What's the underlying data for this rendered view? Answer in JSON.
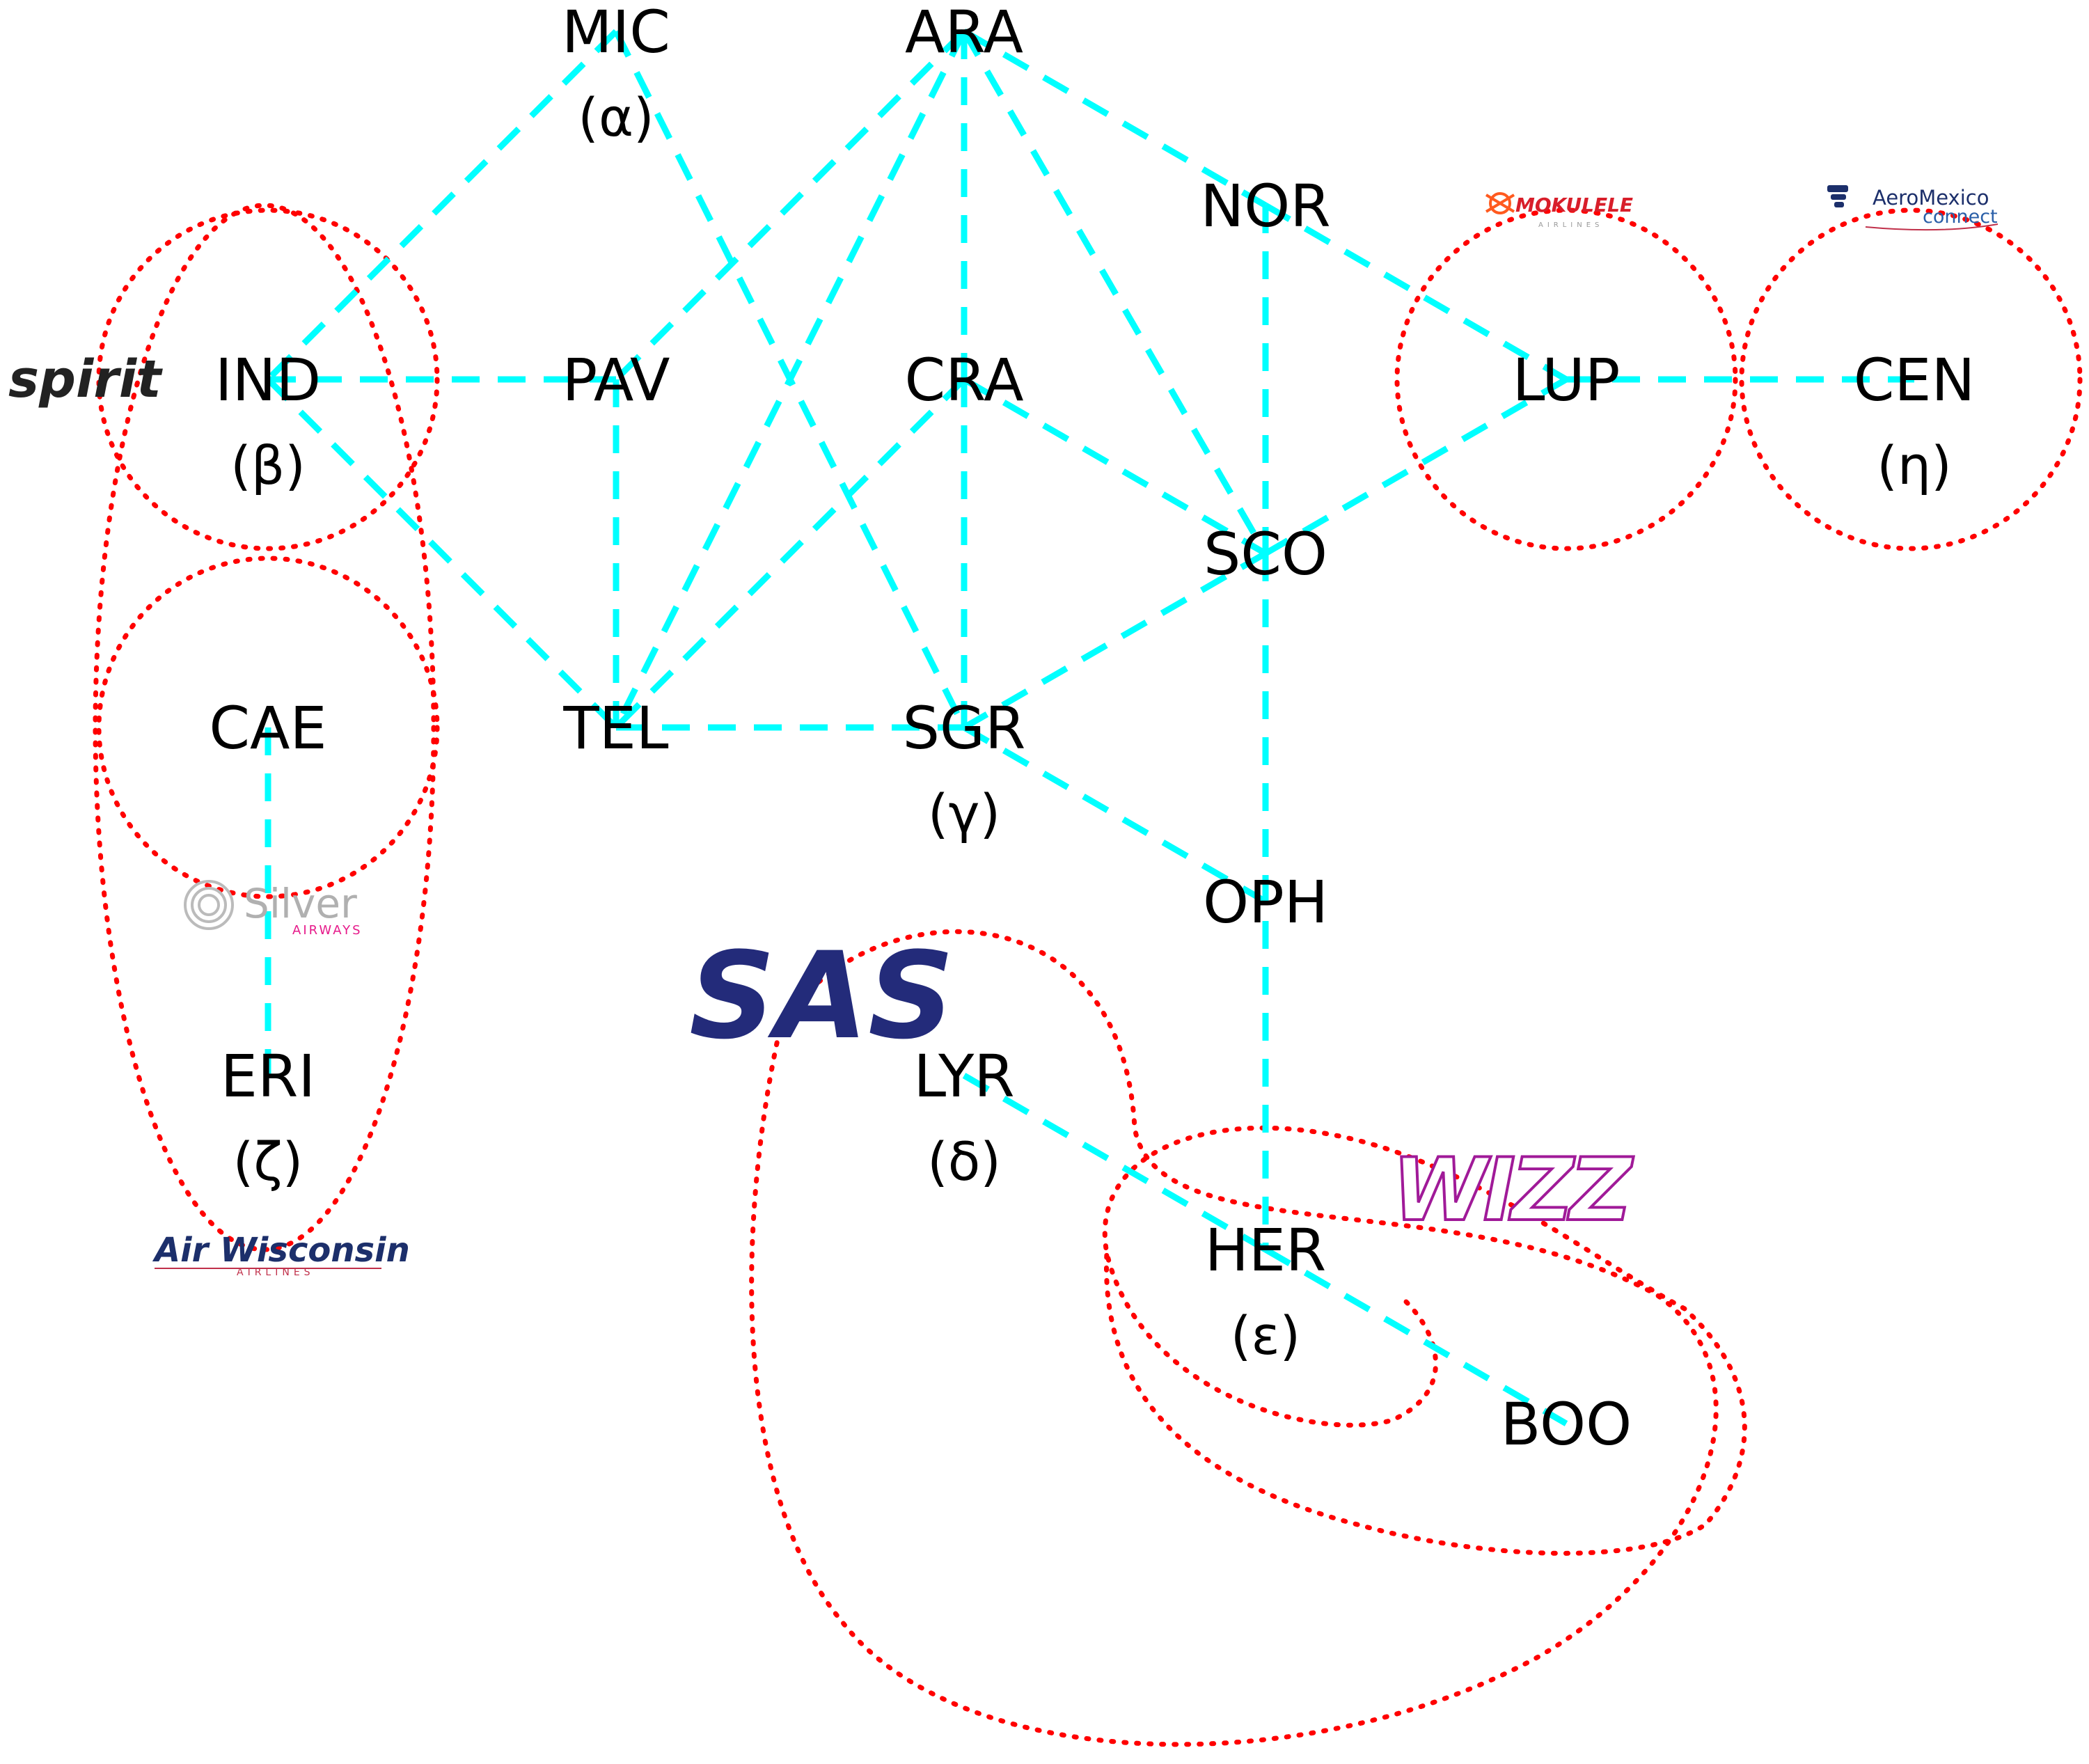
{
  "colors": {
    "route": "#00ffff",
    "hub": "#ff0000",
    "text": "#000000"
  },
  "nodes": [
    {
      "id": "MIC",
      "code": "MIC",
      "greek": "(α)"
    },
    {
      "id": "ARA",
      "code": "ARA",
      "greek": ""
    },
    {
      "id": "NOR",
      "code": "NOR",
      "greek": ""
    },
    {
      "id": "IND",
      "code": "IND",
      "greek": "(β)"
    },
    {
      "id": "PAV",
      "code": "PAV",
      "greek": ""
    },
    {
      "id": "CRA",
      "code": "CRA",
      "greek": ""
    },
    {
      "id": "LUP",
      "code": "LUP",
      "greek": ""
    },
    {
      "id": "CEN",
      "code": "CEN",
      "greek": "(η)"
    },
    {
      "id": "SCO",
      "code": "SCO",
      "greek": ""
    },
    {
      "id": "CAE",
      "code": "CAE",
      "greek": ""
    },
    {
      "id": "TEL",
      "code": "TEL",
      "greek": ""
    },
    {
      "id": "SGR",
      "code": "SGR",
      "greek": "(γ)"
    },
    {
      "id": "OPH",
      "code": "OPH",
      "greek": ""
    },
    {
      "id": "ERI",
      "code": "ERI",
      "greek": "(ζ)"
    },
    {
      "id": "LYR",
      "code": "LYR",
      "greek": "(δ)"
    },
    {
      "id": "HER",
      "code": "HER",
      "greek": "(ε)"
    },
    {
      "id": "BOO",
      "code": "BOO",
      "greek": ""
    }
  ],
  "routes": [
    [
      "MIC",
      "IND"
    ],
    [
      "MIC",
      "SGR"
    ],
    [
      "ARA",
      "PAV"
    ],
    [
      "ARA",
      "TEL"
    ],
    [
      "ARA",
      "CRA"
    ],
    [
      "ARA",
      "NOR"
    ],
    [
      "ARA",
      "SCO"
    ],
    [
      "NOR",
      "LUP"
    ],
    [
      "NOR",
      "SCO"
    ],
    [
      "IND",
      "PAV"
    ],
    [
      "IND",
      "TEL"
    ],
    [
      "PAV",
      "TEL"
    ],
    [
      "CRA",
      "TEL"
    ],
    [
      "CRA",
      "SGR"
    ],
    [
      "CRA",
      "SCO"
    ],
    [
      "LUP",
      "CEN"
    ],
    [
      "LUP",
      "SCO"
    ],
    [
      "SCO",
      "SGR"
    ],
    [
      "SCO",
      "HER"
    ],
    [
      "TEL",
      "SGR"
    ],
    [
      "SGR",
      "OPH"
    ],
    [
      "CAE",
      "ERI"
    ],
    [
      "LYR",
      "HER"
    ],
    [
      "HER",
      "BOO"
    ]
  ],
  "logos": {
    "spirit": "spirit",
    "silver": "Silver",
    "silver_sub": "AIRWAYS",
    "air_wisconsin": "Air Wisconsin",
    "air_wisconsin_sub": "AIRLINES",
    "sas": "SAS",
    "mokulele": "MOKULELE",
    "mokulele_sub": "AIRLINES",
    "aeromexico": "AeroMexico",
    "aeromexico_sub": "connect",
    "wizz": "WIZZ"
  }
}
